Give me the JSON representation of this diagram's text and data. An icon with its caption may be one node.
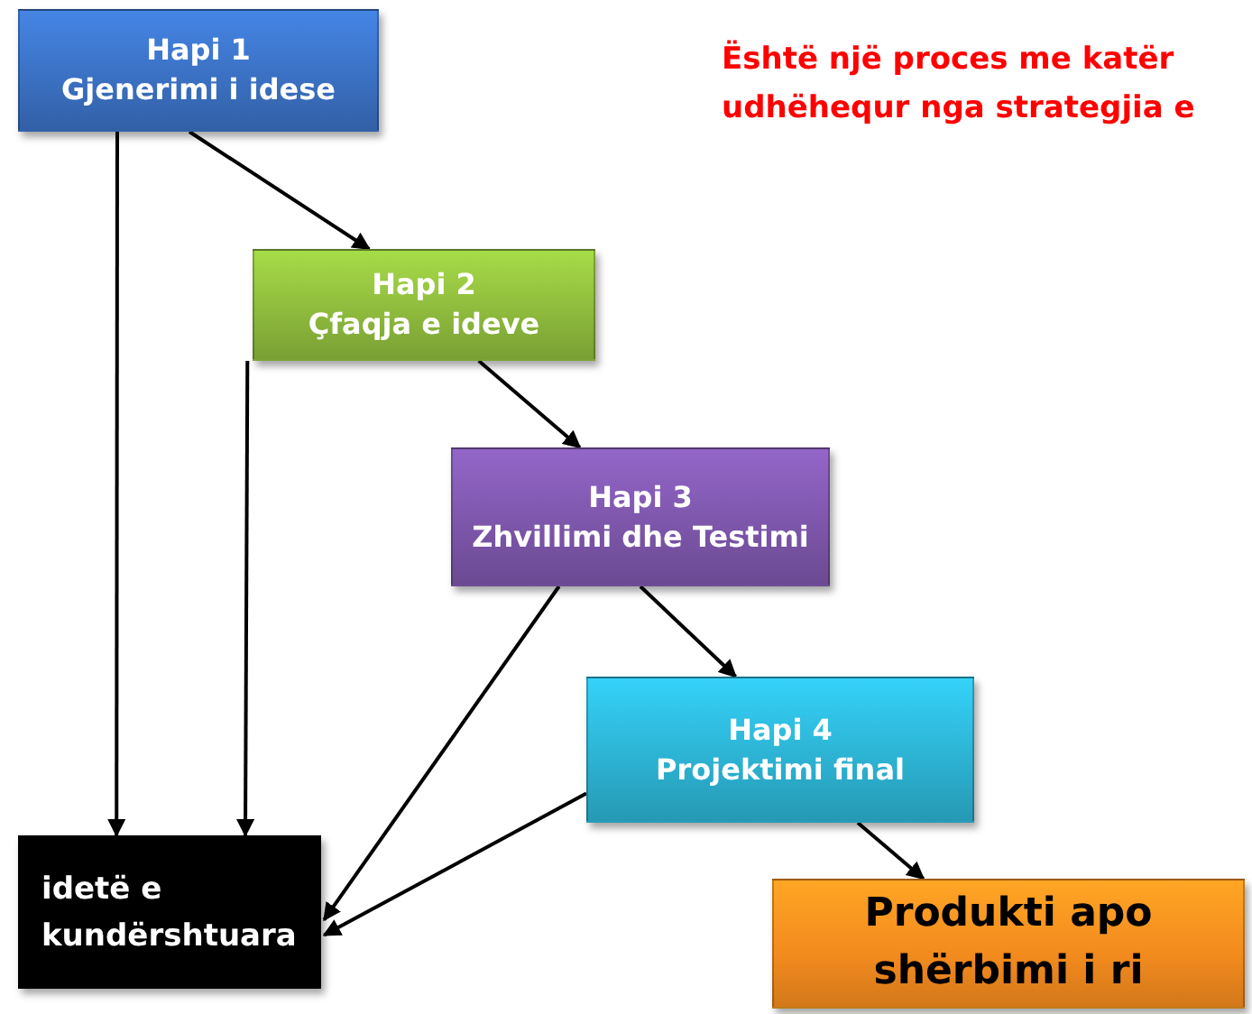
{
  "diagram": {
    "nodes": [
      {
        "text": [
          "Hapi 1",
          "Gjenerimi i idese"
        ]
      },
      {
        "text": [
          "Hapi 2",
          "Çfaqja e ideve"
        ]
      },
      {
        "text": [
          "Hapi 3",
          "Zhvillimi dhe Testimi"
        ]
      },
      {
        "text": [
          "Hapi 4",
          "Projektimi final"
        ]
      },
      {
        "text": [
          "idetë e kundërshtuara"
        ]
      },
      {
        "text": [
          "Produkti apo shërbimi i ri"
        ]
      }
    ],
    "edges": [
      {
        "from": 0,
        "to": 1,
        "arrow": "to"
      },
      {
        "from": 0,
        "to": 4,
        "arrow": "to"
      },
      {
        "from": 1,
        "to": 2,
        "arrow": "to"
      },
      {
        "from": 1,
        "to": 4,
        "arrow": "to"
      },
      {
        "from": 2,
        "to": 3,
        "arrow": "to"
      },
      {
        "from": 2,
        "to": 4,
        "arrow": "to"
      },
      {
        "from": 3,
        "to": 5,
        "arrow": "to"
      },
      {
        "from": 3,
        "to": 4,
        "arrow": "to"
      }
    ],
    "labels": [
      "Është një proces me katër udhëhequr nga strategjia e"
    ]
  }
}
